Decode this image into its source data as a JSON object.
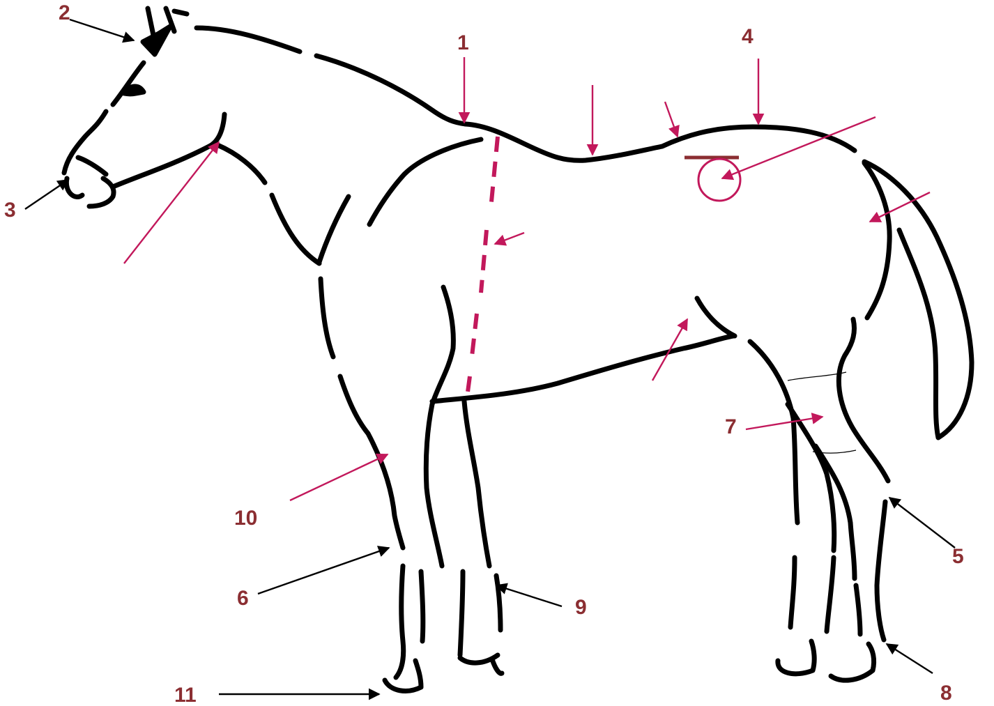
{
  "diagram": {
    "colors": {
      "outline": "#000000",
      "callout_arrow": "#c2185b",
      "label_arrow": "#000000",
      "label_text": "#8b2e32"
    },
    "labels": {
      "n1": "1",
      "n2": "2",
      "n3": "3",
      "n4": "4",
      "n5": "5",
      "n6": "6",
      "n7": "7",
      "n8": "8",
      "n9": "9",
      "n10": "10",
      "n11": "11"
    }
  }
}
